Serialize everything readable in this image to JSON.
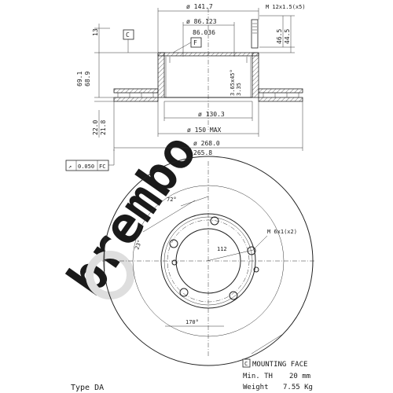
{
  "top_dims": {
    "d_141_7": "ø 141.7",
    "d_86_123": "ø 86.123",
    "d_86_036": "86.036",
    "thread_m12": "M 12x1.5(x5)",
    "h_46_5": "46.5",
    "h_44_5": "44.5",
    "h_13": "13",
    "h_69_1": "69.1",
    "h_68_9": "68.9",
    "chamfer_1": "3.65x45°",
    "chamfer_2": "3.35",
    "d_130_3": "ø 130.3",
    "d_150": "ø 150 MAX",
    "t_22_0": "22.0",
    "t_21_8": "21.8",
    "d_268": "ø 268.0",
    "d_265_8": "265.8",
    "ref_c": "C",
    "ref_f": "F"
  },
  "tolerance_frame": {
    "symbol": "↗",
    "value": "0.050",
    "ref": "FC"
  },
  "front_view": {
    "angle_72": "72°",
    "angle_23": "23°",
    "angle_170": "170°",
    "pcd_112": "112",
    "thread_m6": "M 6x1(x2)"
  },
  "legend": {
    "mounting_face_box": "C",
    "mounting_face_text": "MOUNTING FACE",
    "min_th_label": "Min. TH",
    "min_th_value": "20 mm",
    "weight_label": "Weight",
    "weight_value": "7.55 Kg"
  },
  "type_label": "Type DA",
  "watermark": "brembo"
}
